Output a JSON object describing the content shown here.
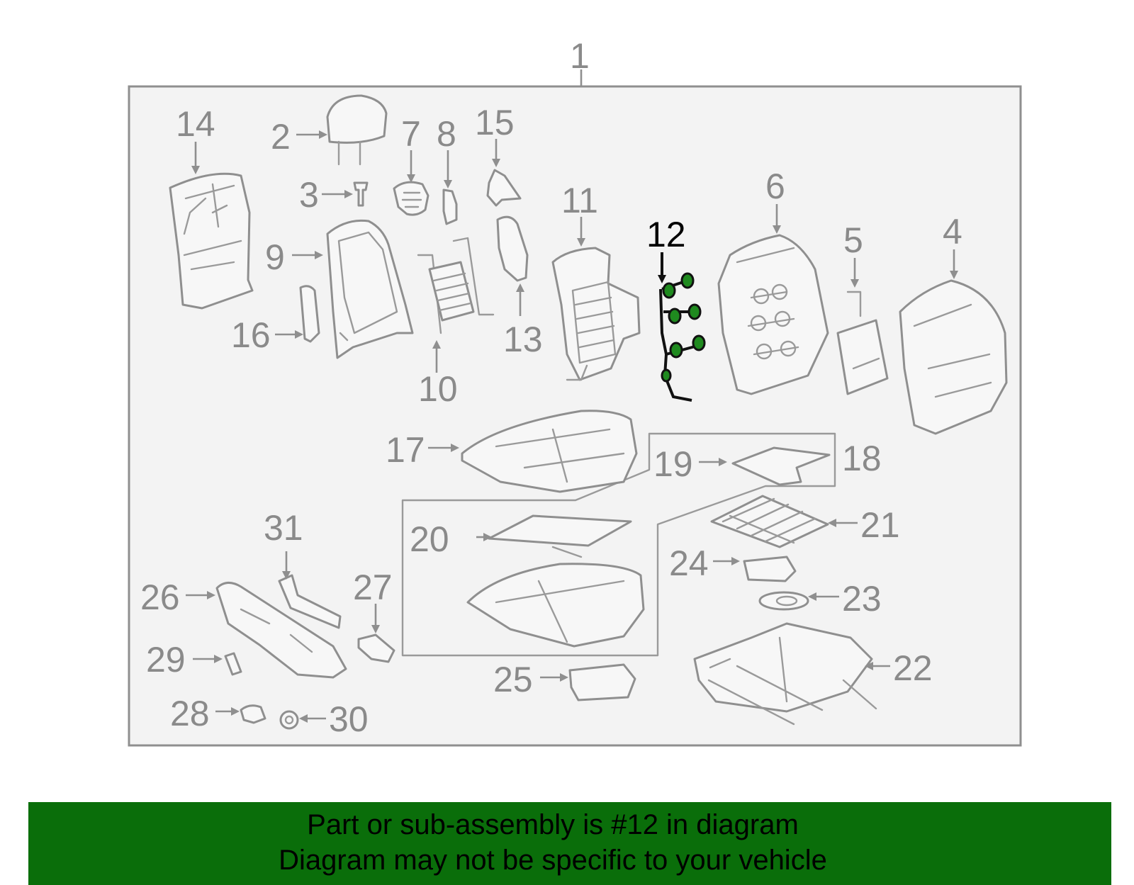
{
  "diagram": {
    "assembly_number": "1",
    "highlighted_callout": "12",
    "colors": {
      "line_gray": "#8f8f8f",
      "frame_background": "#f3f3f3",
      "highlight_stroke": "#111111",
      "highlight_fill": "#1f8a1f",
      "banner_background": "#0a6e0a"
    },
    "callouts": [
      {
        "id": "c1",
        "label": "1"
      },
      {
        "id": "c2",
        "label": "2"
      },
      {
        "id": "c3",
        "label": "3"
      },
      {
        "id": "c4",
        "label": "4"
      },
      {
        "id": "c5",
        "label": "5"
      },
      {
        "id": "c6",
        "label": "6"
      },
      {
        "id": "c7",
        "label": "7"
      },
      {
        "id": "c8",
        "label": "8"
      },
      {
        "id": "c9",
        "label": "9"
      },
      {
        "id": "c10",
        "label": "10"
      },
      {
        "id": "c11",
        "label": "11"
      },
      {
        "id": "c12",
        "label": "12"
      },
      {
        "id": "c13",
        "label": "13"
      },
      {
        "id": "c14",
        "label": "14"
      },
      {
        "id": "c15",
        "label": "15"
      },
      {
        "id": "c16",
        "label": "16"
      },
      {
        "id": "c17",
        "label": "17"
      },
      {
        "id": "c18",
        "label": "18"
      },
      {
        "id": "c19",
        "label": "19"
      },
      {
        "id": "c20",
        "label": "20"
      },
      {
        "id": "c21",
        "label": "21"
      },
      {
        "id": "c22",
        "label": "22"
      },
      {
        "id": "c23",
        "label": "23"
      },
      {
        "id": "c24",
        "label": "24"
      },
      {
        "id": "c25",
        "label": "25"
      },
      {
        "id": "c26",
        "label": "26"
      },
      {
        "id": "c27",
        "label": "27"
      },
      {
        "id": "c28",
        "label": "28"
      },
      {
        "id": "c29",
        "label": "29"
      },
      {
        "id": "c30",
        "label": "30"
      },
      {
        "id": "c31",
        "label": "31"
      }
    ]
  },
  "banner": {
    "line1": "Part or sub-assembly is #12 in diagram",
    "line2": "Diagram may not be specific to your vehicle"
  }
}
